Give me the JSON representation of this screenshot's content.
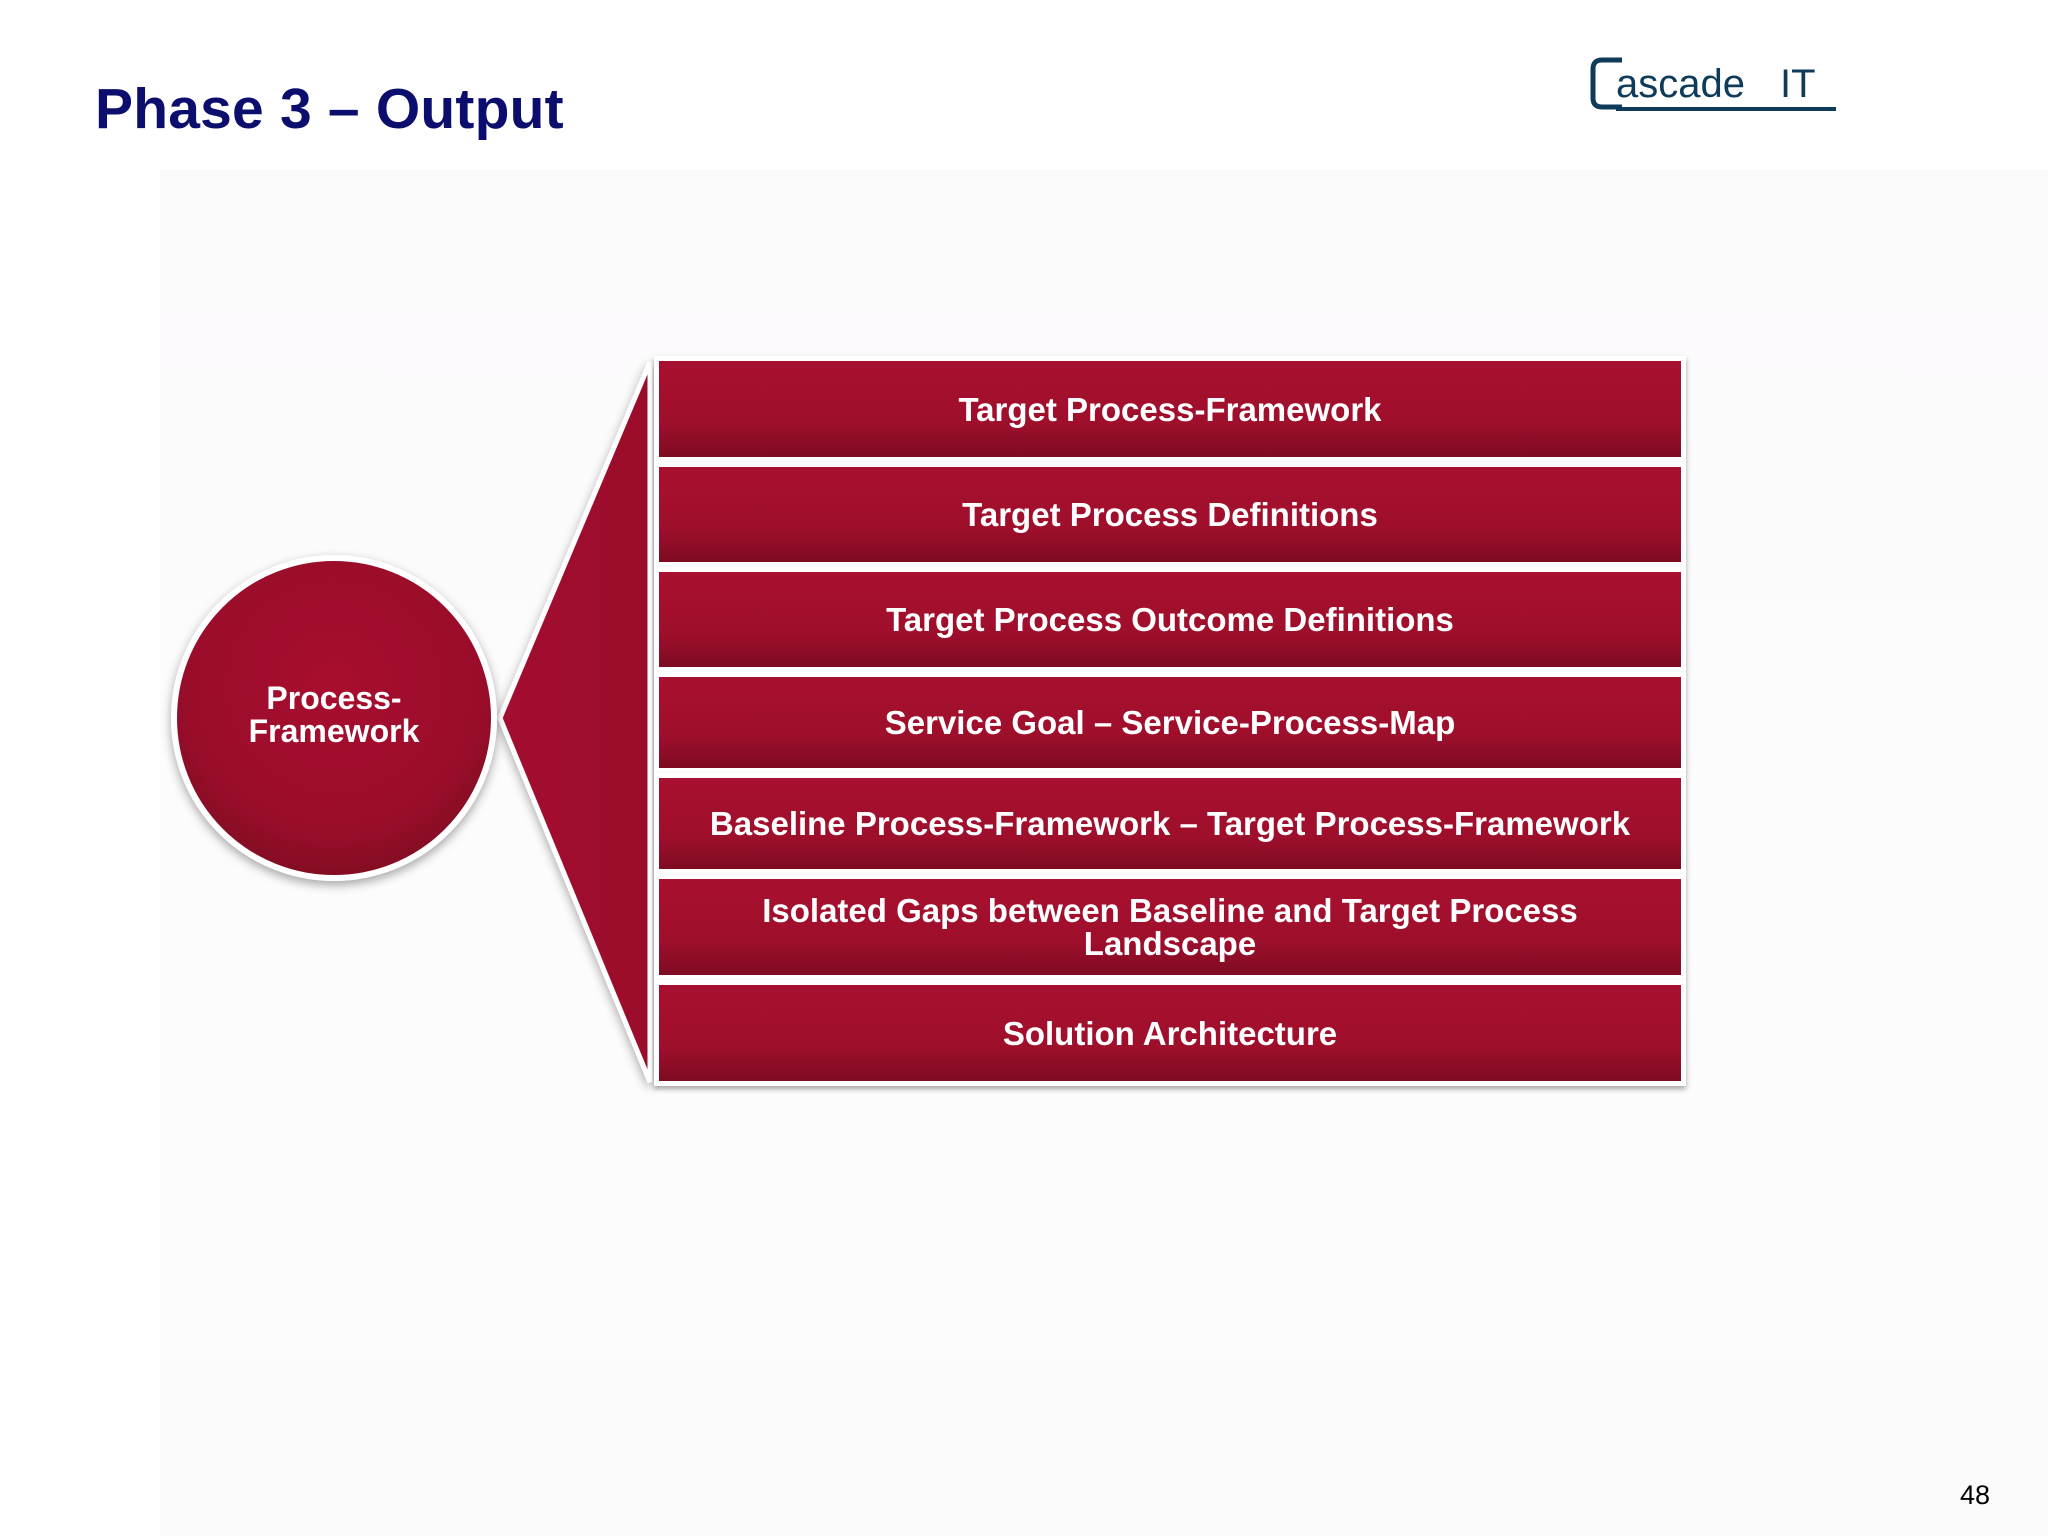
{
  "slide": {
    "title": "Phase 3 – Output",
    "logo_text_c": "C",
    "logo_text_rest": "ascade",
    "logo_text_it": "IT",
    "page_number": "48"
  },
  "colors": {
    "title": "#0c0e6e",
    "accent_red": "#a31030",
    "logo_blue": "#0f3b5a"
  },
  "diagram": {
    "source_node": "Process-\nFramework",
    "outputs": [
      "Target Process-Framework",
      "Target Process Definitions",
      "Target Process Outcome Definitions",
      "Service Goal – Service-Process-Map",
      "Baseline Process-Framework – Target Process-Framework",
      "Isolated Gaps between Baseline and Target Process Landscape",
      "Solution Architecture"
    ]
  }
}
